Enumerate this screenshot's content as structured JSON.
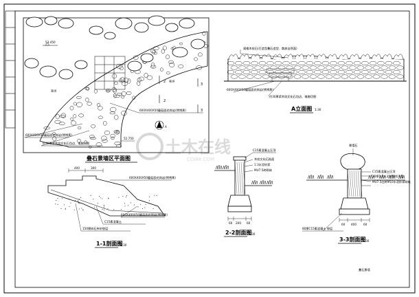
{
  "drawing": {
    "plan": {
      "title": "叠石景墙区平面图",
      "elev_top": "53.450",
      "elev_bottom": "52.750",
      "note_paving": "600X400X50蘑菇面花岗岩(锈锈黄)",
      "note_paving_2": "600X400X50蘑菇面花岗岩(锈锈黄)",
      "note_edge": "约30厚浆木纹文化石包边、电脑切割",
      "tag_lawn_left": "草坪",
      "tag_lawn_right": "草坪",
      "sec_1": "1",
      "sec_2": "2",
      "sec_3": "3",
      "north_label": "A"
    },
    "elevation_a": {
      "title": "A立面图",
      "scale": "1:30",
      "note_top": "规格木纹石(打造型叠石造型、散放自然面)",
      "note_mid": "600X400X50蘑菇面花岗岩(锈锈黄)",
      "note_bottom": "约30厚浆木纹文化石包边、电脑切割"
    },
    "section_1": {
      "title": "1-1剖面图",
      "scale": "1:30",
      "dim_1": "400",
      "dim_2": "300",
      "note_1": "600X400X50蘑菇面花岗岩(锈锈黄)",
      "note_2": "C15素混凝土",
      "note_3": "150厚碎石夹砂垫层",
      "note_4": "600X400X50蘑菇面花岗岩(锈锈黄)"
    },
    "section_2": {
      "title": "2-2剖面图",
      "scale": "1:30",
      "note_1": "C15素混凝土压顶",
      "note_2": "木纹文化石贴面",
      "note_3": "1:3水泥砂浆",
      "note_4": "MU7.5砖砌体",
      "dim_1": "60",
      "dim_2": "200",
      "dim_3": "60"
    },
    "section_3": {
      "title": "3-3剖面图",
      "scale": "1:30",
      "note_top": "景墙石",
      "note_1": "C15素混凝土压顶",
      "note_2": "20厚1:3水泥砂浆找平层",
      "note_3": "MU7.5红砖M10水泥砂浆砌筑",
      "note_bottom": "80厚C15素混凝土 垫层",
      "dim_1": "60",
      "dim_2": "400",
      "dim_3": "60"
    },
    "sheet_label": "叠石景墙",
    "watermark": "土木在线",
    "watermark_sub": "COI88.COM"
  }
}
